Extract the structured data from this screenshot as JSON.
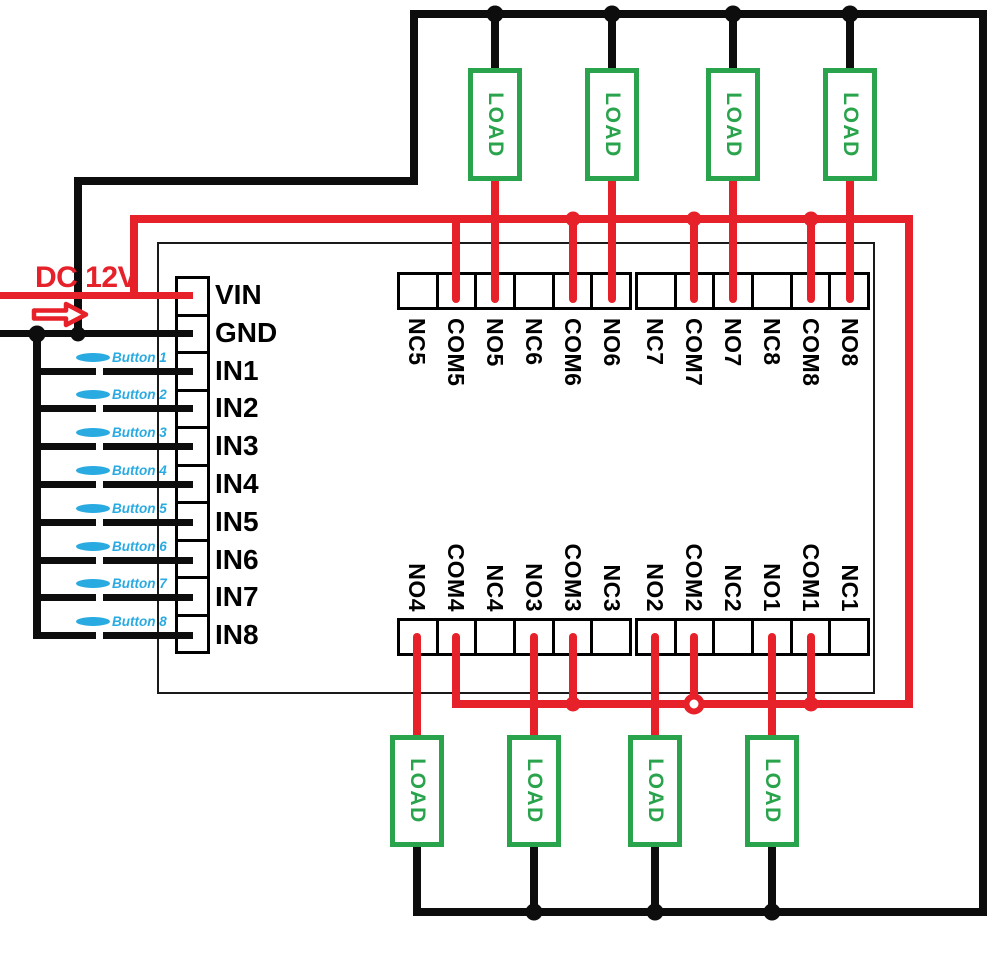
{
  "supply_label": "DC 12V",
  "load_label": "LOAD",
  "left_pins": [
    "VIN",
    "GND",
    "IN1",
    "IN2",
    "IN3",
    "IN4",
    "IN5",
    "IN6",
    "IN7",
    "IN8"
  ],
  "buttons": [
    "Button 1",
    "Button 2",
    "Button 3",
    "Button 4",
    "Button 5",
    "Button 6",
    "Button 7",
    "Button 8"
  ],
  "top_terminals": [
    "NC5",
    "COM5",
    "NO5",
    "NC6",
    "COM6",
    "NO6",
    "NC7",
    "COM7",
    "NO7",
    "NC8",
    "COM8",
    "NO8"
  ],
  "bottom_terminals": [
    "NO4",
    "COM4",
    "NC4",
    "NO3",
    "COM3",
    "NC3",
    "NO2",
    "COM2",
    "NC2",
    "NO1",
    "COM1",
    "NC1"
  ],
  "colors": {
    "wire_positive": "#e62129",
    "wire_negative": "#0d0d0d",
    "load_box_green": "#2aa44c",
    "button_blue": "#29abe2"
  }
}
